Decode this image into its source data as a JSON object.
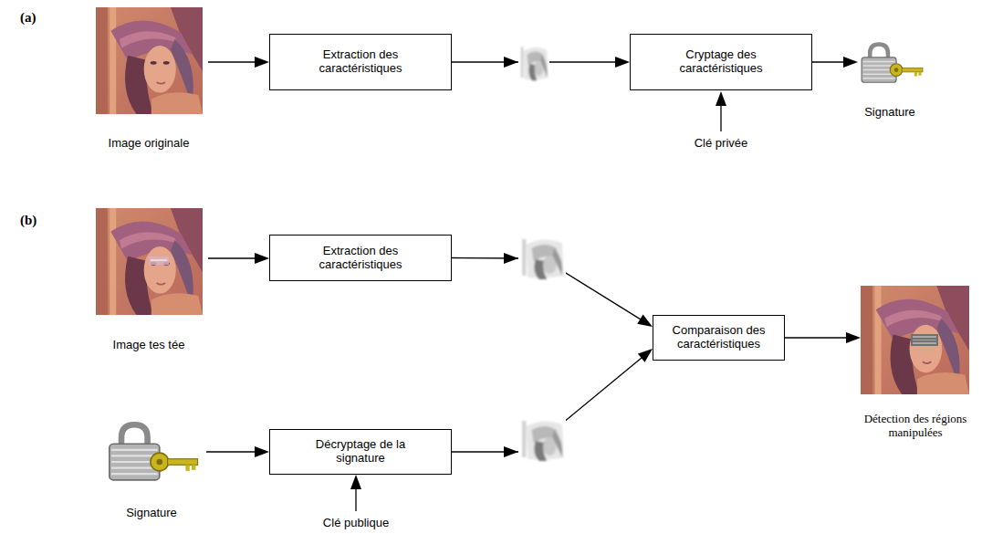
{
  "diagram": {
    "nodes": [
      {
        "text": [
          "Extraction des caractéristiques"
        ]
      },
      {
        "text": [
          "Cryptage des caractéristiques"
        ]
      },
      {
        "text": [
          "Extraction des caractéristiques"
        ]
      },
      {
        "text": [
          "Décryptage de la signature"
        ]
      },
      {
        "text": [
          "Comparaison des caractéristiques"
        ]
      }
    ],
    "edges": [
      {
        "from": 0,
        "to": 1,
        "arrow": "to"
      },
      {
        "from": 2,
        "to": 4,
        "arrow": "to"
      },
      {
        "from": 3,
        "to": 4,
        "arrow": "to"
      }
    ],
    "labels": [
      "(a)",
      "Image originale",
      "Clé privée",
      "Signature",
      "(b)",
      "Image tes tée",
      "Signature",
      "Clé publique",
      "Détection des régions manipulées"
    ]
  }
}
